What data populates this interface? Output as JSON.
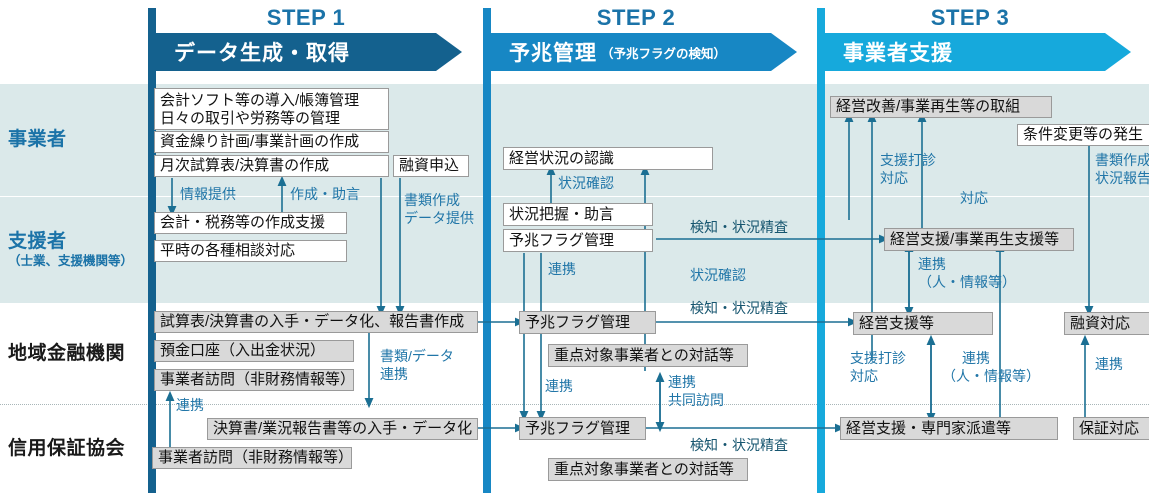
{
  "steps": [
    {
      "id": "step1",
      "number": "STEP 1",
      "title": "データ生成・取得",
      "note": "",
      "color": "#14618e"
    },
    {
      "id": "step2",
      "number": "STEP 2",
      "title": "予兆管理",
      "note": "（予兆フラグの検知）",
      "color": "#1787c4"
    },
    {
      "id": "step3",
      "number": "STEP 3",
      "title": "事業者支援",
      "note": "",
      "color": "#16a9dc"
    }
  ],
  "rows": [
    {
      "id": "jigyosha",
      "label": "事業者",
      "sub": ""
    },
    {
      "id": "shiensha",
      "label": "支援者",
      "sub": "（士業、支援機関等）"
    },
    {
      "id": "chiiki",
      "label": "地域金融機関",
      "sub": ""
    },
    {
      "id": "shinyo",
      "label": "信用保証協会",
      "sub": ""
    }
  ],
  "boxes": {
    "s1_r1_b1_l1": "会計ソフト等の導入/帳簿管理",
    "s1_r1_b1_l2": "日々の取引や労務等の管理",
    "s1_r1_b2": "資金繰り計画/事業計画の作成",
    "s1_r1_b3": "月次試算表/決算書の作成",
    "s1_r1_b4": "融資申込",
    "s1_r2_b1": "会計・税務等の作成支援",
    "s1_r2_b2": "平時の各種相談対応",
    "s1_r3_b1": "試算表/決算書の入手・データ化、報告書作成",
    "s1_r3_b2": "預金口座（入出金状況）",
    "s1_r3_b3": "事業者訪問（非財務情報等）",
    "s1_r4_b1": "決算書/業況報告書等の入手・データ化",
    "s1_r4_b2": "事業者訪問（非財務情報等）",
    "s2_r1_b1": "経営状況の認識",
    "s2_r2_b1": "状況把握・助言",
    "s2_r2_b2": "予兆フラグ管理",
    "s2_r3_b1": "予兆フラグ管理",
    "s2_r3_b2": "重点対象事業者との対話等",
    "s2_r4_b1": "予兆フラグ管理",
    "s2_r4_b2": "重点対象事業者との対話等",
    "s3_r1_b1": "経営改善/事業再生等の取組",
    "s3_r1_b2": "条件変更等の発生",
    "s3_r2_b1": "経営支援/事業再生支援等",
    "s3_r3_b1": "経営支援等",
    "s3_r3_b2": "融資対応",
    "s3_r4_b1": "経営支援・専門家派遣等",
    "s3_r4_b2": "保証対応"
  },
  "connector_labels": {
    "s1_johoteikyo": "情報提供",
    "s1_sakusei_jogen": "作成・助言",
    "s1_shorui_sakusei": "書類作成",
    "s1_data_teikyo": "データ提供",
    "s1_shorui_data": "書類/データ",
    "s1_renkei_mid": "連携",
    "s1_renkei_low": "連携",
    "s2_jokyo_kakunin_top": "状況確認",
    "s2_renkei_upper": "連携",
    "s2_kenchi_top": "検知・状況精査",
    "s2_jokyo_kakunin_mid": "状況確認",
    "s2_kenchi_mid": "検知・状況精査",
    "s2_renkei_left": "連携",
    "s2_renkei_right": "連携",
    "s2_kyodo_homon": "共同訪問",
    "s2_kenchi_low": "検知・状況精査",
    "s3_shien_dashin_top_l1": "支援打診",
    "s3_shien_dashin_top_l2": "対応",
    "s3_taio": "対応",
    "s3_shorui_sakusei": "書類作成",
    "s3_jokyo_hokoku": "状況報告",
    "s3_renkei_mid_l1": "連携",
    "s3_renkei_mid_l2": "（人・情報等）",
    "s3_shien_dashin_low_l1": "支援打診",
    "s3_shien_dashin_low_l2": "対応",
    "s3_renkei_low_l1": "連携",
    "s3_renkei_low_l2": "（人・情報等）",
    "s3_renkei_right": "連携"
  },
  "colors": {
    "step1": "#14618e",
    "step2": "#1787c4",
    "step3": "#16a9dc",
    "band_tint": "#dbe9ea",
    "label_blue": "#1b73a8",
    "connector": "#2176a8",
    "wire": "#1b6f93"
  }
}
